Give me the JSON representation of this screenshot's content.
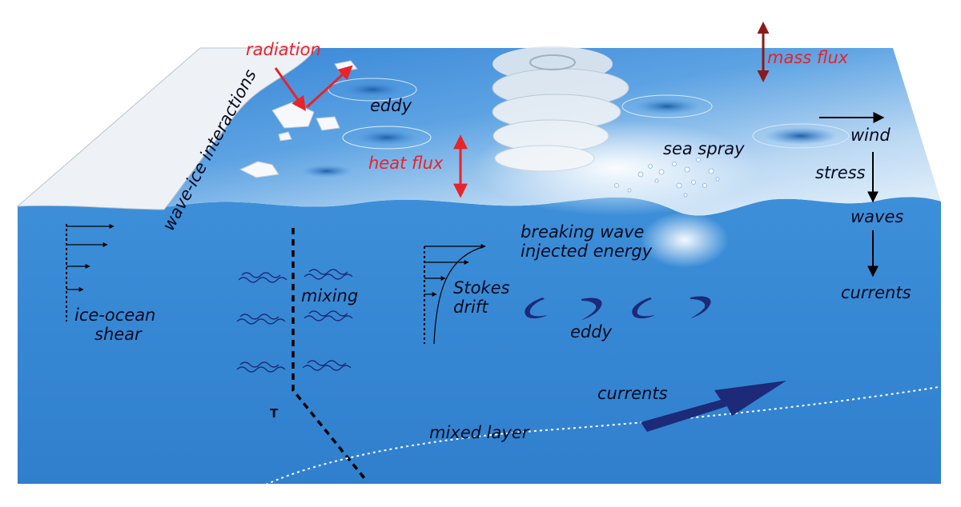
{
  "labels": {
    "radiation": "radiation",
    "mass_flux": "mass flux",
    "eddy_top": "eddy",
    "heat_flux": "heat flux",
    "sea_spray": "sea spray",
    "wind": "wind",
    "stress": "stress",
    "waves": "waves",
    "wave_ice": "wave-ice interactions",
    "breaking_wave_1": "breaking wave",
    "breaking_wave_2": "injected energy",
    "mixing": "mixing",
    "stokes_1": "Stokes",
    "stokes_2": "drift",
    "currents_right": "currents",
    "ice_ocean_1": "ice-ocean",
    "ice_ocean_2": "shear",
    "eddy_bottom": "eddy",
    "currents_bottom": "currents",
    "mixed_layer": "mixed layer",
    "temperature": "T"
  },
  "colors": {
    "ocean": "#3b8fd8",
    "surface_light": "#e8f2fb",
    "flux_red": "#e8232a",
    "mass_flux_arrow": "#8b1a1a",
    "current_arrow": "#1c2a78",
    "eddy_glyph": "#1c2a78"
  }
}
